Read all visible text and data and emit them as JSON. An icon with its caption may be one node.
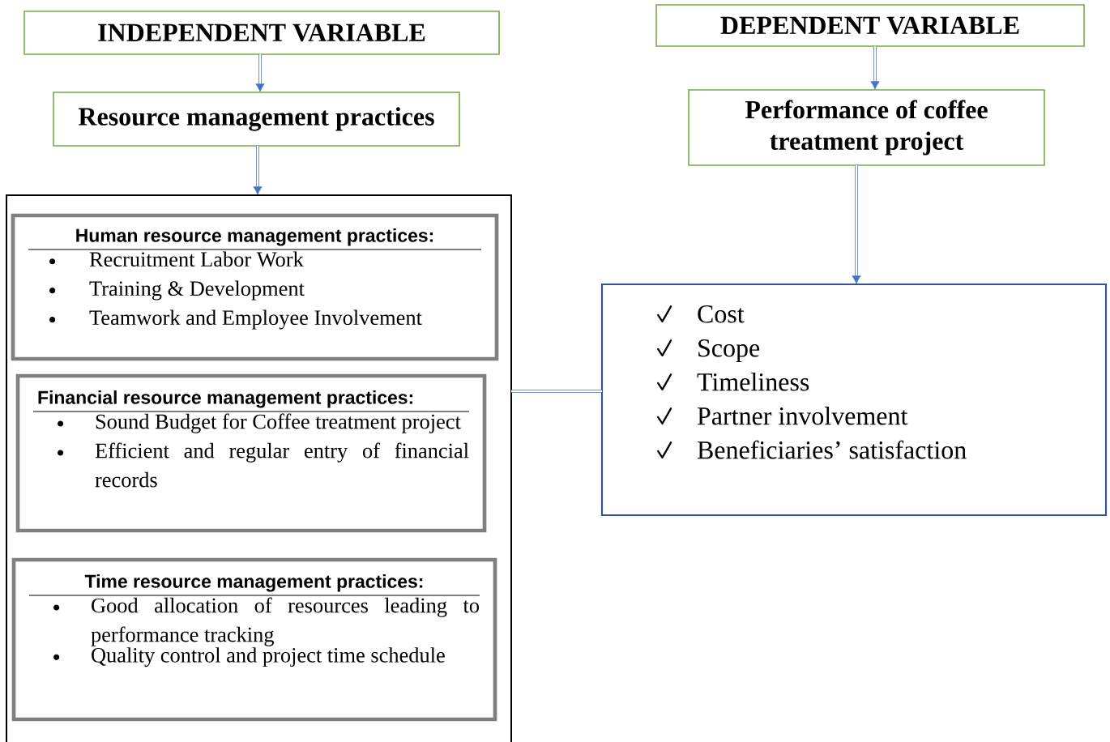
{
  "diagram": {
    "nodes": [
      {
        "text": [
          "INDEPENDENT VARIABLE"
        ]
      },
      {
        "text": [
          "Resource management practices"
        ]
      },
      {
        "text": [],
        "shape": "box"
      },
      {
        "text": [
          "Human resource management practices:",
          "Recruitment Labor Work",
          "Training & Development",
          "Teamwork and Employee Involvement"
        ],
        "in": 2
      },
      {
        "text": [
          "Financial resource management practices:",
          "Sound Budget for Coffee treatment project",
          "Efficient and regular entry of financial records"
        ],
        "in": 2
      },
      {
        "text": [
          "Time resource management practices:",
          "Good allocation of resources leading to performance tracking",
          "Quality control and project time schedule"
        ],
        "in": 2
      },
      {
        "text": [
          "DEPENDENT VARIABLE"
        ]
      },
      {
        "text": [
          "Performance of coffee treatment project"
        ]
      },
      {
        "text": [
          "Cost",
          "Scope",
          "Timeliness",
          "Partner involvement",
          "Beneficiaries’ satisfaction"
        ]
      }
    ],
    "edges": [
      {
        "from": 0,
        "to": 1,
        "arrow": "to"
      },
      {
        "from": 1,
        "to": 2,
        "arrow": "to"
      },
      {
        "from": 6,
        "to": 7,
        "arrow": "to"
      },
      {
        "from": 7,
        "to": 8,
        "arrow": "to"
      },
      {
        "from": 8,
        "to": 2,
        "arrow": "none"
      }
    ]
  }
}
